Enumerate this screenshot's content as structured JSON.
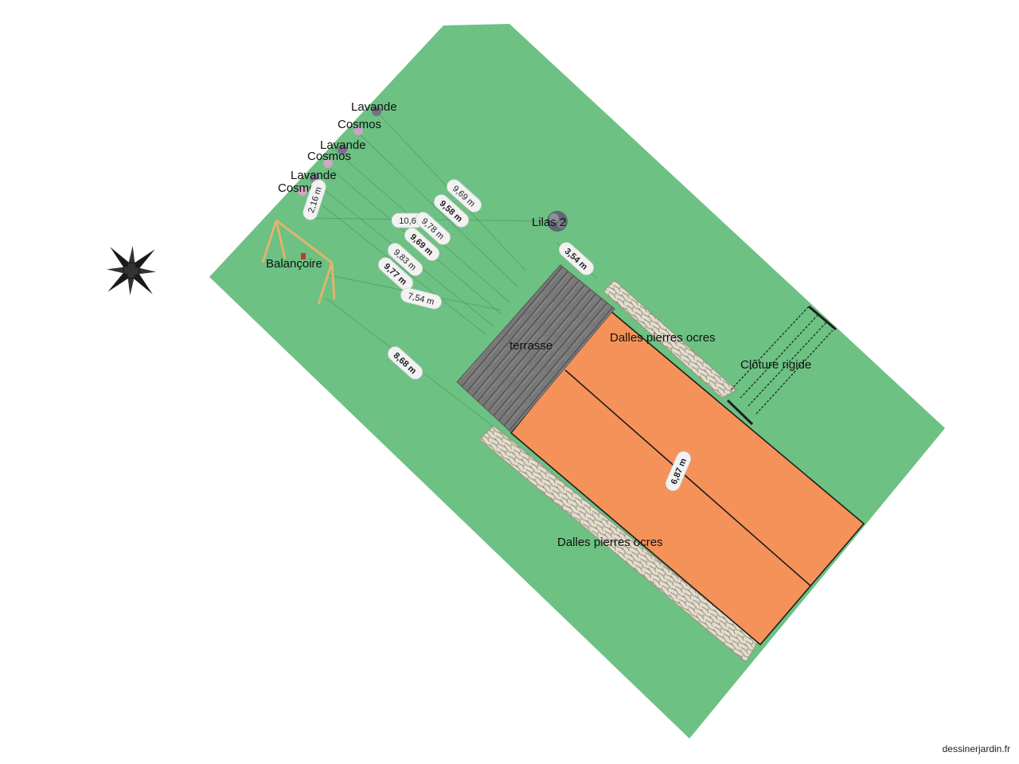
{
  "colors": {
    "lawn": "#6cc183",
    "patio": "#f5925a",
    "stone": "#dfd9c9",
    "deck": "#6f6f6f",
    "fence": "#2d2d2d"
  },
  "labels": {
    "lavande_1": "Lavande",
    "cosmos_1": "Cosmos",
    "lavande_2": "Lavande",
    "cosmos_2": "Cosmos",
    "lavande_3": "Lavande",
    "cosmos_3": "Cosmos",
    "lilas": "Lilas 2",
    "balancoire": "Balançoire",
    "terrasse": "terrasse",
    "dalles_top": "Dalles pierres ocres",
    "dalles_bottom": "Dalles pierres ocres",
    "cloture": "Clôture rigide"
  },
  "measurements": {
    "m1": "9,69 m",
    "m2": "9,58 m",
    "m3": "10,6",
    "m4": "9,78 m",
    "m5": "9,69 m",
    "m6": "9,83 m",
    "m7": "9,77 m",
    "m8": "7,54 m",
    "m9": "3,54 m",
    "m10": "2,16 m",
    "m11": "8,68 m",
    "m12": "6,87 m"
  },
  "icons": {
    "compass": "compass-rose-icon",
    "swing": "swing-icon",
    "tree": "lilac-tree-icon",
    "plants": "flower-plant-icon"
  },
  "footer": {
    "credit": "dessinerjardin.fr"
  }
}
